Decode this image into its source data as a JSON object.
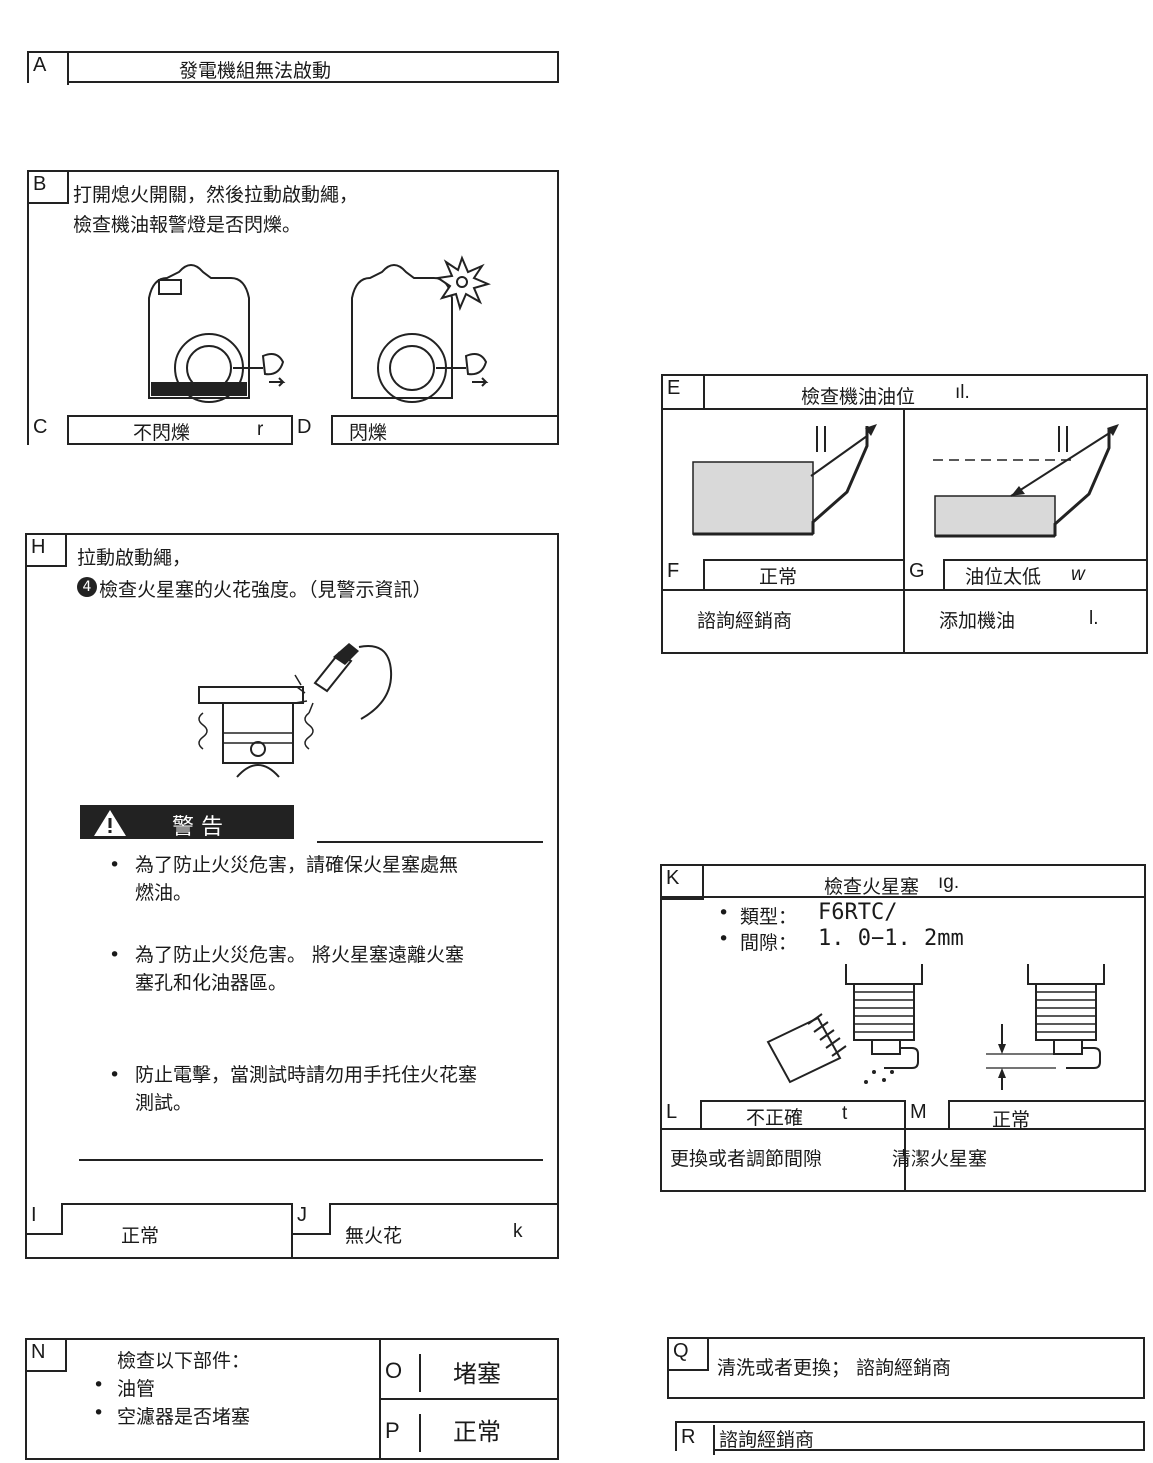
{
  "boxes": {
    "a": {
      "label": "A",
      "text": "發電機組無法啟動"
    },
    "b": {
      "label": "B",
      "line1": "打開熄火開關，然後拉動啟動繩，",
      "line2": "檢查機油報警燈是否閃爍。"
    },
    "c": {
      "label": "C",
      "text": "不閃爍",
      "stray": "r"
    },
    "d": {
      "label": "D",
      "text": "閃爍"
    },
    "e": {
      "label": "E",
      "text": "檢查機油油位",
      "stray": "ıl."
    },
    "f": {
      "label": "F",
      "text": "正常",
      "action": "諮詢經銷商"
    },
    "g": {
      "label": "G",
      "text": "油位太低",
      "stray": "w",
      "action": "添加機油",
      "stray2": "l."
    },
    "h": {
      "label": "H",
      "line1": "拉動啟動繩，",
      "line2": "檢查火星塞的火花強度。（見警示資訊）",
      "line2_badge": "4",
      "warning_title": "警 告",
      "warnings": [
        {
          "l1": "為了防止火災危害，請確保火星塞處無",
          "l2": "燃油。"
        },
        {
          "l1": "為了防止火災危害。 將火星塞遠離火塞",
          "l2": "塞孔和化油器區。"
        },
        {
          "l1": "防止電擊，當測試時請勿用手托住火花塞",
          "l2": "測試。"
        }
      ]
    },
    "i": {
      "label": "I",
      "text": "正常"
    },
    "j": {
      "label": "J",
      "text": "無火花",
      "stray": "k"
    },
    "k": {
      "label": "K",
      "text": "檢查火星塞",
      "stray": "ıg.",
      "spec1_label": "類型：",
      "spec1_value": "F6RTC/",
      "spec2_label": "間隙：",
      "spec2_value": "1. 0−1. 2mm"
    },
    "l": {
      "label": "L",
      "text": "不正確",
      "stray": "t",
      "action": "更換或者調節間隙"
    },
    "m": {
      "label": "M",
      "text": "正常",
      "action": "清潔火星塞"
    },
    "n": {
      "label": "N",
      "text": "檢查以下部件：",
      "items": [
        "油管",
        "空濾器是否堵塞"
      ]
    },
    "o": {
      "label": "O",
      "text": "堵塞"
    },
    "p": {
      "label": "P",
      "text": "正常"
    },
    "q": {
      "label": "Q",
      "text": "清洗或者更換； 諮詢經銷商"
    },
    "r": {
      "label": "R",
      "text": "諮詢經銷商"
    }
  },
  "colors": {
    "line": "#222222",
    "arrow_fill": "#111111",
    "oil_fill": "#d9d9d9",
    "warn_bg": "#222222"
  },
  "icons": [
    "open-arrow-icon",
    "filled-arrow-icon",
    "generator-icon",
    "spark-plug-icon",
    "warning-icon",
    "oil-gauge-icon",
    "brush-icon"
  ]
}
